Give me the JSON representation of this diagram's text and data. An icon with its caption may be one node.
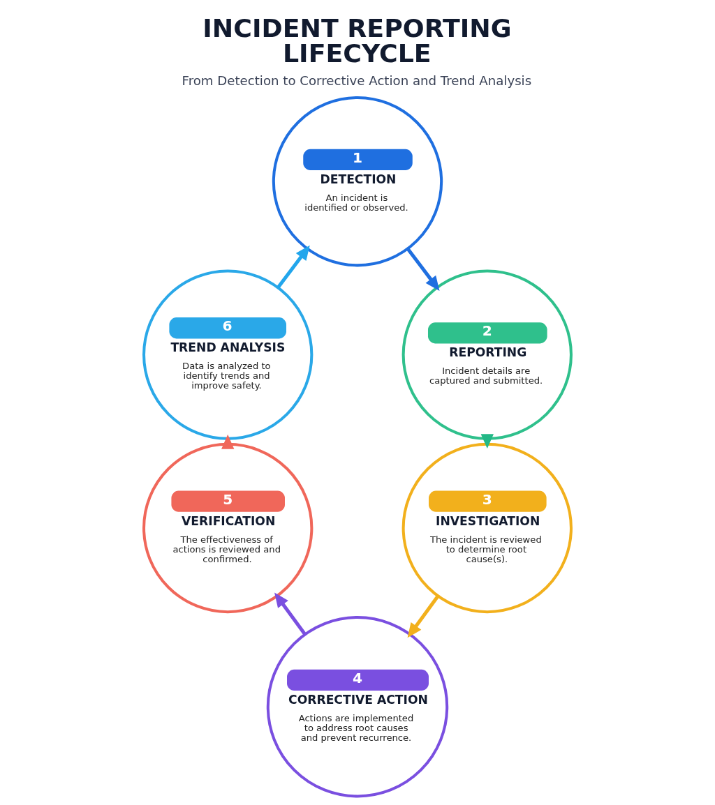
{
  "diagram": {
    "title": "INCIDENT REPORTING LIFECYCLE",
    "caption": "From Detection to Corrective Action and Trend Analysis",
    "nodes": [
      {
        "text": [
          "1",
          "DETECTION",
          "An incident is identified or observed."
        ]
      },
      {
        "text": [
          "2",
          "REPORTING",
          "Incident details are captured and submitted."
        ]
      },
      {
        "text": [
          "3",
          "INVESTIGATION",
          "The incident is reviewed to determine root cause(s)."
        ]
      },
      {
        "text": [
          "4",
          "CORRECTIVE ACTION",
          "Actions are implemented to address root causes and prevent recurrence."
        ]
      },
      {
        "text": [
          "5",
          "VERIFICATION",
          "The effectiveness of actions is reviewed and confirmed."
        ]
      },
      {
        "text": [
          "6",
          "TREND ANALYSIS",
          "Data is analyzed to identify trends and improve safety."
        ]
      }
    ],
    "edges": [
      {
        "from": 0,
        "to": 1,
        "arrow": "to",
        "color": "#1f6fe0"
      },
      {
        "from": 1,
        "to": 2,
        "arrow": "to",
        "color": "#23b886"
      },
      {
        "from": 2,
        "to": 3,
        "arrow": "to",
        "color": "#f2b01c"
      },
      {
        "from": 3,
        "to": 4,
        "arrow": "to",
        "color": "#7a4fe0"
      },
      {
        "from": 4,
        "to": 5,
        "arrow": "to",
        "color": "#f0675a"
      },
      {
        "from": 5,
        "to": 0,
        "arrow": "to",
        "color": "#22a6ec"
      }
    ]
  }
}
